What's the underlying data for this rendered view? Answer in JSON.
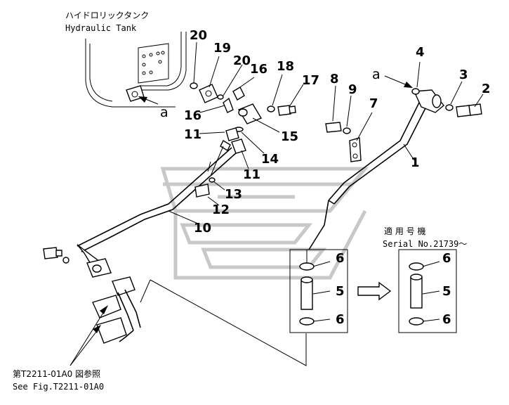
{
  "header": {
    "title_jp": "ハイドロリックタンク",
    "title_en": "Hydraulic Tank"
  },
  "ref_marker": "a",
  "callouts": [
    {
      "id": "c1",
      "text": "1"
    },
    {
      "id": "c2",
      "text": "2"
    },
    {
      "id": "c3",
      "text": "3"
    },
    {
      "id": "c4",
      "text": "4"
    },
    {
      "id": "c5a",
      "text": "5"
    },
    {
      "id": "c5b",
      "text": "5"
    },
    {
      "id": "c6a",
      "text": "6"
    },
    {
      "id": "c6b",
      "text": "6"
    },
    {
      "id": "c6c",
      "text": "6"
    },
    {
      "id": "c6d",
      "text": "6"
    },
    {
      "id": "c7",
      "text": "7"
    },
    {
      "id": "c8",
      "text": "8"
    },
    {
      "id": "c9",
      "text": "9"
    },
    {
      "id": "c10",
      "text": "10"
    },
    {
      "id": "c11a",
      "text": "11"
    },
    {
      "id": "c11b",
      "text": "11"
    },
    {
      "id": "c12",
      "text": "12"
    },
    {
      "id": "c13",
      "text": "13"
    },
    {
      "id": "c14",
      "text": "14"
    },
    {
      "id": "c15",
      "text": "15"
    },
    {
      "id": "c16a",
      "text": "16"
    },
    {
      "id": "c16b",
      "text": "16"
    },
    {
      "id": "c17",
      "text": "17"
    },
    {
      "id": "c18",
      "text": "18"
    },
    {
      "id": "c19",
      "text": "19"
    },
    {
      "id": "c20a",
      "text": "20"
    },
    {
      "id": "c20b",
      "text": "20"
    }
  ],
  "serial_box": {
    "jp": "適 用 号 機",
    "en": "Serial No.21739～"
  },
  "see_fig": {
    "jp": "第T2211-01A0 図参照",
    "en": "See Fig.T2211-01A0"
  }
}
